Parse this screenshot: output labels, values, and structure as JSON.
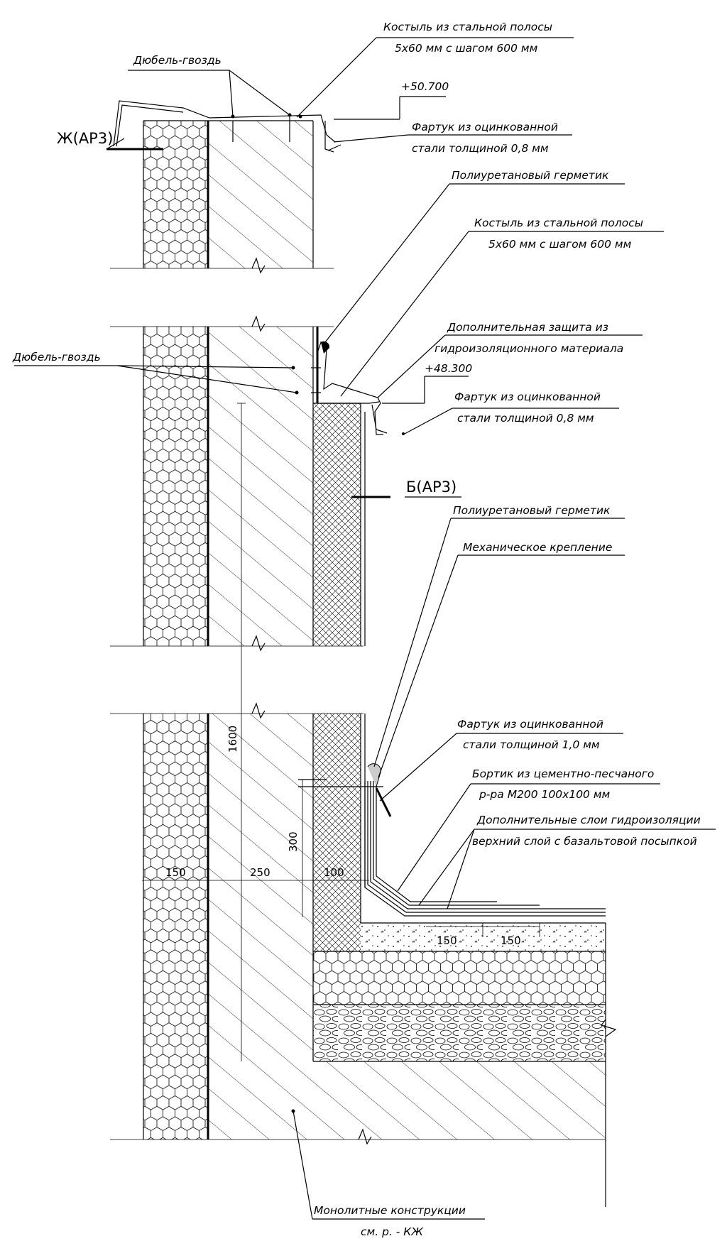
{
  "labels": {
    "kostyl_top_1": "Костыль из стальной полосы",
    "kostyl_top_2": "5х60 мм с шагом 600 мм",
    "dubel_top": "Дюбель-гвоздь",
    "elev_top": "+50.700",
    "axis_zh": "Ж(АР3)",
    "fartuk_top_1": "Фартук из оцинкованной",
    "fartuk_top_2": "стали толщиной 0,8 мм",
    "germetik_1": "Полиуретановый герметик",
    "kostyl_mid_1": "Костыль из стальной полосы",
    "kostyl_mid_2": "5х60 мм с шагом 600 мм",
    "dop_zashita_1": "Дополнительная защита из",
    "dop_zashita_2": "гидроизоляционного материала",
    "elev_mid": "+48.300",
    "dubel_mid": "Дюбель-гвоздь",
    "fartuk_mid_1": "Фартук из оцинкованной",
    "fartuk_mid_2": "стали толщиной 0,8 мм",
    "axis_b": "Б(АР3)",
    "germetik_2": "Полиуретановый герметик",
    "mech_krep": "Механическое крепление",
    "fartuk_bot_1": "Фартук из оцинкованной",
    "fartuk_bot_2": "стали толщиной 1,0 мм",
    "bortik_1": "Бортик из цементно-песчаного",
    "bortik_2": "р-ра М200 100х100 мм",
    "dop_sloi_1": "Дополнительные слои гидроизоляции",
    "dop_sloi_2": "верхний слой с базальтовой посыпкой",
    "monolit_1": "Монолитные конструкции",
    "monolit_2": "см. р. - КЖ"
  },
  "dimensions": {
    "d1600": "1600",
    "d300": "300",
    "d150": "150",
    "d250": "250",
    "d100": "100",
    "d150a": "150",
    "d150b": "150"
  }
}
